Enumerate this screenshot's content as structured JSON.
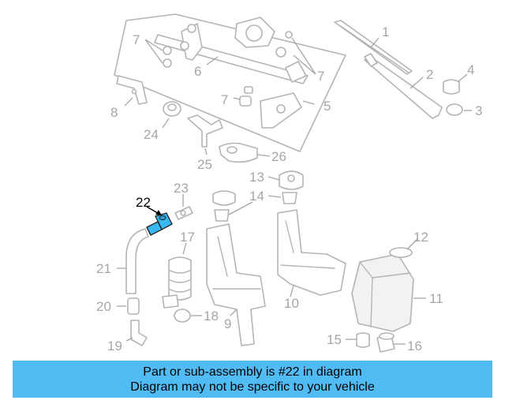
{
  "diagram": {
    "highlight_color": "#38b7f2",
    "highlighted_part": "22",
    "labels": {
      "l1": "1",
      "l2": "2",
      "l3": "3",
      "l4": "4",
      "l5": "5",
      "l6": "6",
      "l7a": "7",
      "l7b": "7",
      "l7c": "7",
      "l8": "8",
      "l9": "9",
      "l10": "10",
      "l11": "11",
      "l12": "12",
      "l13": "13",
      "l14": "14",
      "l15": "15",
      "l16": "16",
      "l17": "17",
      "l18": "18",
      "l19": "19",
      "l20": "20",
      "l21": "21",
      "l22": "22",
      "l23": "23",
      "l24": "24",
      "l25": "25",
      "l26": "26"
    }
  },
  "banner": {
    "line1": "Part or sub-assembly is #22 in diagram",
    "line2": "Diagram may not be specific to your vehicle",
    "background": "#51bcf4"
  }
}
